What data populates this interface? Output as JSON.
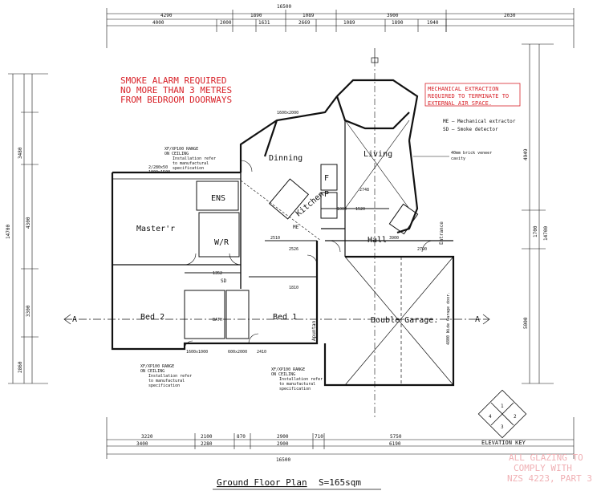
{
  "dims": {
    "top_total": "16500",
    "top_row1": [
      "4290",
      "1890",
      "1089",
      "3900",
      "2030"
    ],
    "top_row2": [
      "4000",
      "2000",
      "1631",
      "2669",
      "1089",
      "1890",
      "1940"
    ],
    "bottom_row1": [
      "3220",
      "2100",
      "870",
      "2900",
      "710",
      "5750"
    ],
    "bottom_row2": [
      "3400",
      "2280",
      "2900",
      "6190"
    ],
    "bottom_total": "16500",
    "left_total": "14700",
    "left_a": "3480",
    "left_b": "4300",
    "left_c": "3300",
    "left_d": "2860",
    "right_total": "14700",
    "right_a": "4949",
    "right_b": "5000",
    "right_c": "1700",
    "interior": [
      "2748",
      "1000",
      "1520",
      "2510",
      "2526",
      "1352",
      "1810",
      "2790",
      "2410",
      "3900"
    ]
  },
  "rooms": {
    "master": "Master'r",
    "ens": "ENS",
    "wr": "W/R",
    "dinning": "Dinning",
    "living": "Living",
    "kitchen": "Kitchen",
    "hall": "Hall",
    "bed2": "Bed 2",
    "bed1": "Bed 1",
    "garage": "Double Garage.",
    "entrance": "Entrance",
    "bath": "BATH",
    "f": "F",
    "p": "P",
    "me_tag": "ME",
    "sd_tag": "SD",
    "apuntan": "Apuntan",
    "garage_door": "4800 Wide Garage door."
  },
  "notes": {
    "smoke_1": "SMOKE ALARM REQUIRED",
    "smoke_2": "NO MORE THAN 3 METRES",
    "smoke_3": "FROM BEDROOM DOORWAYS",
    "mech_1": "MECHANICAL EXTRACTION",
    "mech_2": "REQUIRED TO TERMINATE TO",
    "mech_3": "EXTERNAL AIR SPACE.",
    "legend_me": "ME — Mechanical extractor",
    "legend_sd": "SD — Smoke detector",
    "brick_1": "40mm brick veneer",
    "brick_2": "cavity",
    "glazing_1": "ALL GLAZING TO",
    "glazing_2": "COMPLY WITH",
    "glazing_3": "NZS 4223, PART 3",
    "range_1": "XF/XP100 RANGE",
    "range_2": "ON CEILING",
    "range_3": "Installation refer",
    "range_4": "to manufactural",
    "range_5": "specification",
    "window_a": "2/280x50",
    "window_b": "1800x1500",
    "window_c": "1600x2000",
    "window_d": "1600x1000",
    "window_e": "600x2000"
  },
  "section_marks": {
    "left": "A",
    "right": "A"
  },
  "elevation_key": {
    "title": "ELEVATION KEY",
    "n1": "1",
    "n2": "2",
    "n3": "3",
    "n4": "4"
  },
  "caption": {
    "title": "Ground Floor Plan",
    "scale": "S=165sqm"
  }
}
